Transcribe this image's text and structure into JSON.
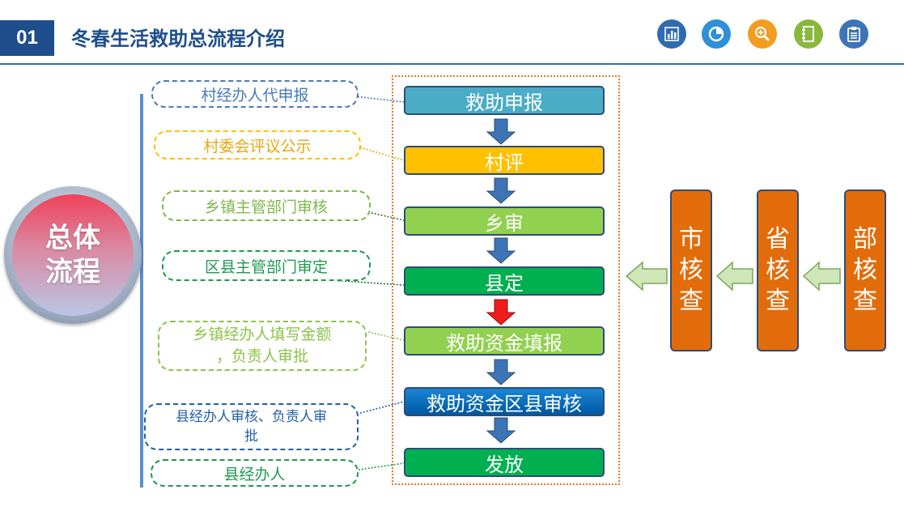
{
  "header": {
    "section_number": "01",
    "title": "冬春生活救助总流程介绍",
    "icons": [
      {
        "name": "bar-chart-icon",
        "color": "#2f6bb3"
      },
      {
        "name": "pie-chart-icon",
        "color": "#2f8fd8"
      },
      {
        "name": "magnifier-icon",
        "color": "#f39c1f"
      },
      {
        "name": "notebook-icon",
        "color": "#8ab83c"
      },
      {
        "name": "clipboard-icon",
        "color": "#3c74b6"
      }
    ]
  },
  "overview": {
    "label": "总体\n流程"
  },
  "steps": [
    {
      "label": "救助申报",
      "color": "#4bacc6"
    },
    {
      "label": "村评",
      "color": "#ffc000"
    },
    {
      "label": "乡审",
      "color": "#92d050"
    },
    {
      "label": "县定",
      "color": "#00b050"
    },
    {
      "label": "救助资金填报",
      "color": "#92d050"
    },
    {
      "label": "救助资金区县审核",
      "color": "#0070c0"
    },
    {
      "label": "发放",
      "color": "#00b050"
    }
  ],
  "annotations": [
    {
      "text": "村经办人代申报",
      "color": "#4a7ab8"
    },
    {
      "text": "村委会评议公示",
      "color": "#e6a80c"
    },
    {
      "text": "乡镇主管部门审核",
      "color": "#7fb84a"
    },
    {
      "text": "区县主管部门审定",
      "color": "#1e9a50"
    },
    {
      "text": "乡镇经办人填写金额\n，负责人审批",
      "color": "#8cc34a"
    },
    {
      "text": "县经办人审核、负责人审\n批",
      "color": "#1f5fa6"
    },
    {
      "text": "县经办人",
      "color": "#1e9a50"
    }
  ],
  "review_chain": [
    {
      "label": "市\n核\n查"
    },
    {
      "label": "省\n核\n查"
    },
    {
      "label": "部\n核\n查"
    }
  ]
}
